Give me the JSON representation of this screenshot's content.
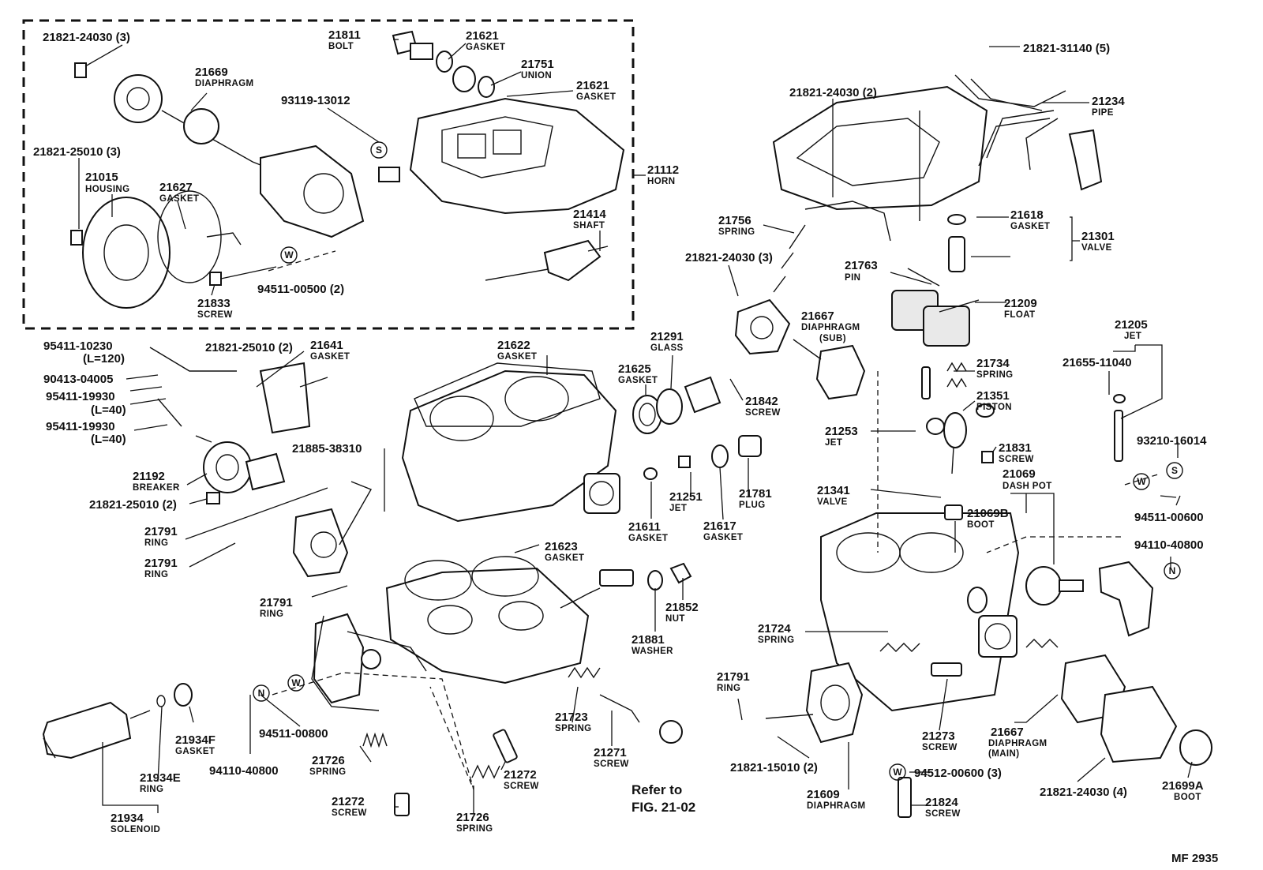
{
  "labels": {
    "l01": {
      "pn": "21821-24030 (3)"
    },
    "l02": {
      "pn": "21669",
      "name": "DIAPHRAGM"
    },
    "l03": {
      "pn": "21811",
      "name": "BOLT"
    },
    "l04": {
      "pn": "21621",
      "name": "GASKET"
    },
    "l05": {
      "pn": "21751",
      "name": "UNION"
    },
    "l06": {
      "pn": "21621",
      "name": "GASKET"
    },
    "l07": {
      "pn": "93119-13012"
    },
    "l08": {
      "pn": "21821-25010 (3)"
    },
    "l09": {
      "pn": "21015",
      "name": "HOUSING"
    },
    "l10": {
      "pn": "21627",
      "name": "GASKET"
    },
    "l11": {
      "pn": "21112",
      "name": "HORN"
    },
    "l12": {
      "pn": "21414",
      "name": "SHAFT"
    },
    "l13": {
      "pn": "94511-00500 (2)"
    },
    "l14": {
      "pn": "21833",
      "name": "SCREW"
    },
    "l15": {
      "pn": "21821-31140 (5)"
    },
    "l16": {
      "pn": "21821-24030 (2)"
    },
    "l17": {
      "pn": "21234",
      "name": "PIPE"
    },
    "l18": {
      "pn": "21756",
      "name": "SPRING"
    },
    "l19": {
      "pn": "21618",
      "name": "GASKET"
    },
    "l20": {
      "pn": "21301",
      "name": "VALVE"
    },
    "l21": {
      "pn": "21821-24030 (3)"
    },
    "l22": {
      "pn": "21763",
      "name": "PIN"
    },
    "l23": {
      "pn": "21667",
      "name": "DIAPHRAGM",
      "sub": "(SUB)"
    },
    "l24": {
      "pn": "21209",
      "name": "FLOAT"
    },
    "l25": {
      "pn": "21205",
      "name": "JET"
    },
    "l26": {
      "pn": "21655-11040"
    },
    "l27": {
      "pn": "95411-10230",
      "sub": "(L=120)"
    },
    "l28": {
      "pn": "90413-04005"
    },
    "l29": {
      "pn": "95411-19930",
      "sub": "(L=40)"
    },
    "l30": {
      "pn": "95411-19930",
      "sub": "(L=40)"
    },
    "l31": {
      "pn": "21821-25010 (2)"
    },
    "l32": {
      "pn": "21641",
      "name": "GASKET"
    },
    "l33": {
      "pn": "21622",
      "name": "GASKET"
    },
    "l34": {
      "pn": "21291",
      "name": "GLASS"
    },
    "l35": {
      "pn": "21625",
      "name": "GASKET"
    },
    "l36": {
      "pn": "21842",
      "name": "SCREW"
    },
    "l37": {
      "pn": "21734",
      "name": "SPRING"
    },
    "l38": {
      "pn": "21351",
      "name": "PISTON"
    },
    "l39": {
      "pn": "21253",
      "name": "JET"
    },
    "l40": {
      "pn": "21831",
      "name": "SCREW"
    },
    "l41": {
      "pn": "93210-16014"
    },
    "l42": {
      "pn": "21885-38310"
    },
    "l43": {
      "pn": "21192",
      "name": "BREAKER"
    },
    "l44": {
      "pn": "21821-25010 (2)"
    },
    "l45": {
      "pn": "21251",
      "name": "JET"
    },
    "l46": {
      "pn": "21781",
      "name": "PLUG"
    },
    "l47": {
      "pn": "21069",
      "name": "DASH POT"
    },
    "l48": {
      "pn": "21341",
      "name": "VALVE"
    },
    "l49": {
      "pn": "94511-00600"
    },
    "l50": {
      "pn": "21791",
      "name": "RING"
    },
    "l51": {
      "pn": "21611",
      "name": "GASKET"
    },
    "l52": {
      "pn": "21617",
      "name": "GASKET"
    },
    "l53": {
      "pn": "21069B",
      "name": "BOOT"
    },
    "l54": {
      "pn": "21623",
      "name": "GASKET"
    },
    "l55": {
      "pn": "94110-40800"
    },
    "l56": {
      "pn": "21791",
      "name": "RING"
    },
    "l57": {
      "pn": "21791",
      "name": "RING"
    },
    "l58": {
      "pn": "21852",
      "name": "NUT"
    },
    "l59": {
      "pn": "21724",
      "name": "SPRING"
    },
    "l60": {
      "pn": "21881",
      "name": "WASHER"
    },
    "l61": {
      "pn": "21791",
      "name": "RING"
    },
    "l62": {
      "pn": "21934F",
      "name": "GASKET"
    },
    "l63": {
      "pn": "94511-00800"
    },
    "l64": {
      "pn": "21723",
      "name": "SPRING"
    },
    "l65": {
      "pn": "21271",
      "name": "SCREW"
    },
    "l66": {
      "pn": "21273",
      "name": "SCREW"
    },
    "l67": {
      "pn": "21667",
      "name": "DIAPHRAGM",
      "sub": "(MAIN)"
    },
    "l68": {
      "pn": "21934E",
      "name": "RING"
    },
    "l69": {
      "pn": "94110-40800"
    },
    "l70": {
      "pn": "21726",
      "name": "SPRING"
    },
    "l71": {
      "pn": "21272",
      "name": "SCREW"
    },
    "l72": {
      "pn": "21821-15010 (2)"
    },
    "l73": {
      "pn": "94512-00600 (3)"
    },
    "l74": {
      "pn": "21821-24030 (4)"
    },
    "l75": {
      "pn": "21699A",
      "name": "BOOT"
    },
    "l76": {
      "pn": "21609",
      "name": "DIAPHRAGM"
    },
    "l77": {
      "pn": "21824",
      "name": "SCREW"
    },
    "l78": {
      "pn": "21272",
      "name": "SCREW"
    },
    "l79": {
      "pn": "21934",
      "name": "SOLENOID"
    },
    "l80": {
      "pn": "21726",
      "name": "SPRING"
    }
  },
  "reference_note": {
    "line1": "Refer to",
    "line2": "FIG. 21-02"
  },
  "figure_code": "MF  2935",
  "symbols": {
    "s": "S",
    "w": "W",
    "n": "N"
  }
}
